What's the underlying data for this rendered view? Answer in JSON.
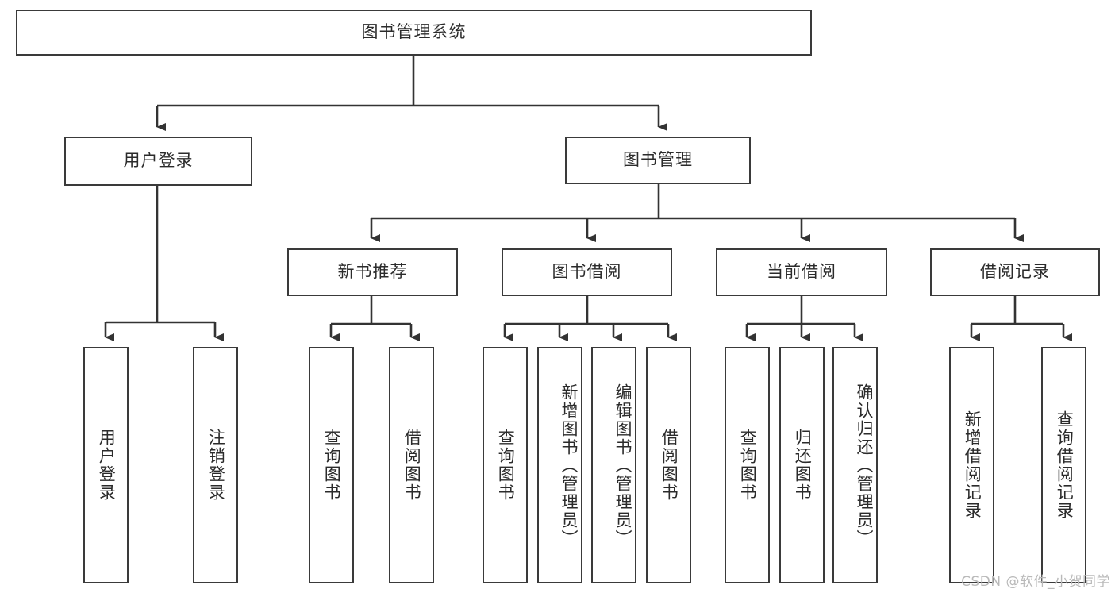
{
  "diagram": {
    "title": "图书管理系统",
    "watermark": "CSDN @软件_小贺同学",
    "colors": {
      "background": "#ffffff",
      "box_border": "#3a3a3a",
      "box_fill": "#ffffff",
      "text": "#2b2b2b",
      "connector": "#333333",
      "watermark": "#b9b9b9"
    },
    "levels": {
      "root": "图书管理系统",
      "level2": [
        "用户登录",
        "图书管理"
      ],
      "level3": [
        "新书推荐",
        "图书借阅",
        "当前借阅",
        "借阅记录"
      ]
    },
    "nodes": {
      "root": "图书管理系统",
      "user_login": "用户登录",
      "book_manage": "图书管理",
      "new_book_rec": "新书推荐",
      "book_borrow": "图书借阅",
      "current_borrow": "当前借阅",
      "borrow_record": "借阅记录",
      "leaf_user_login": "用户登录",
      "leaf_logout": "注销登录",
      "leaf_query_book_1": "查询图书",
      "leaf_borrow_book_1": "借阅图书",
      "leaf_query_book_2": "查询图书",
      "leaf_add_book_admin": "新增图书（管理员）",
      "leaf_edit_book_admin": "编辑图书（管理员）",
      "leaf_borrow_book_2": "借阅图书",
      "leaf_query_book_3": "查询图书",
      "leaf_return_book": "归还图书",
      "leaf_confirm_return_admin": "确认归还（管理员）",
      "leaf_add_record": "新增借阅记录",
      "leaf_query_record": "查询借阅记录"
    }
  }
}
